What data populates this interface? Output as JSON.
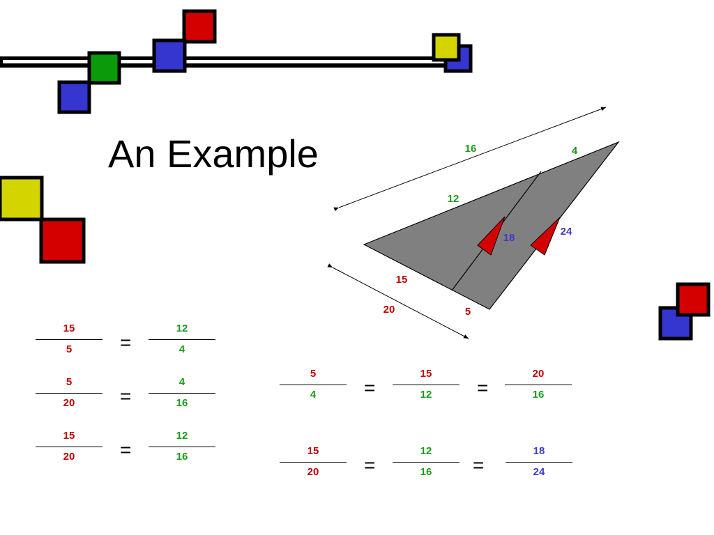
{
  "title": "An Example",
  "colors": {
    "red": "#c00000",
    "green": "#1a9a1a",
    "blue": "#3c3cc8",
    "triangle_fill": "#808080",
    "square_red": "#d40000",
    "square_blue": "#3535d0",
    "square_green": "#0a9a0a",
    "square_yellow": "#d4d400"
  },
  "diagram": {
    "labels": {
      "top_full": "16",
      "top_right": "4",
      "top_left": "12",
      "inner_left": "18",
      "inner_right": "24",
      "bottom_left": "15",
      "bottom_full": "20",
      "bottom_right": "5"
    }
  },
  "equations": {
    "left": [
      {
        "a_num": "15",
        "a_den": "5",
        "eq": "=",
        "b_num": "12",
        "b_den": "4"
      },
      {
        "a_num": "5",
        "a_den": "20",
        "eq": "=",
        "b_num": "4",
        "b_den": "16"
      },
      {
        "a_num": "15",
        "a_den": "20",
        "eq": "=",
        "b_num": "12",
        "b_den": "16"
      }
    ],
    "right": [
      {
        "f1_num": "5",
        "f1_den": "4",
        "eq1": "=",
        "f2_num": "15",
        "f2_den": "12",
        "eq2": "=",
        "f3_num": "20",
        "f3_den": "16"
      },
      {
        "f1_num": "15",
        "f1_den": "20",
        "eq1": "=",
        "f2_num": "12",
        "f2_den": "16",
        "eq2": "=",
        "f3_num": "18",
        "f3_den": "24"
      }
    ]
  }
}
